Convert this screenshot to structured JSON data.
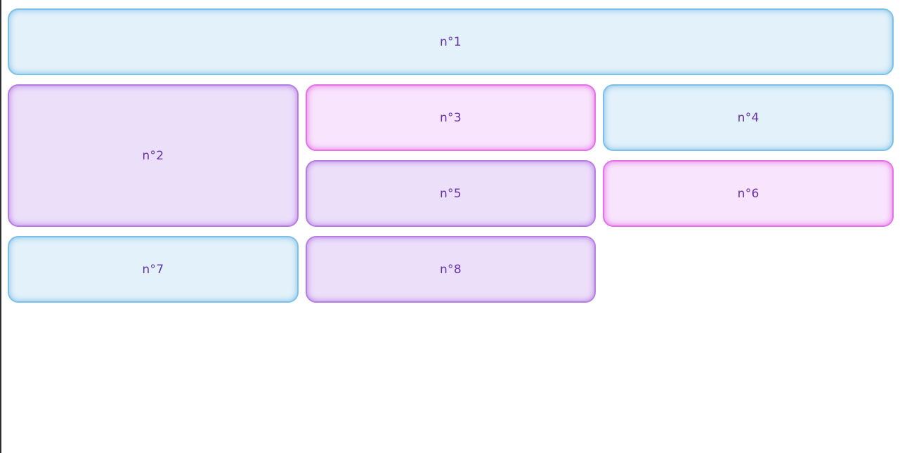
{
  "page": {
    "background": "#ffffff",
    "left_edge_color": "#2e2f31"
  },
  "colors": {
    "text": "#6633aa",
    "blue_border": "#7cc0e8",
    "blue_fill": "#e3f1fa",
    "purple_border": "#b77ce3",
    "purple_fill": "#ecdffa",
    "pink_border": "#e570e8",
    "pink_fill": "#f8e4fc"
  },
  "grid": {
    "items": [
      {
        "label": "n°1",
        "color": "blue",
        "column": "1 / -1",
        "row": "1"
      },
      {
        "label": "n°2",
        "color": "purple",
        "column": "1",
        "row": "2 / span 2"
      },
      {
        "label": "n°3",
        "color": "pink",
        "column": "2",
        "row": "2"
      },
      {
        "label": "n°4",
        "color": "blue",
        "column": "3",
        "row": "2"
      },
      {
        "label": "n°5",
        "color": "purple",
        "column": "2",
        "row": "3"
      },
      {
        "label": "n°6",
        "color": "pink",
        "column": "3",
        "row": "3"
      },
      {
        "label": "n°7",
        "color": "blue",
        "column": "1",
        "row": "4"
      },
      {
        "label": "n°8",
        "color": "purple",
        "column": "2",
        "row": "4"
      }
    ]
  }
}
